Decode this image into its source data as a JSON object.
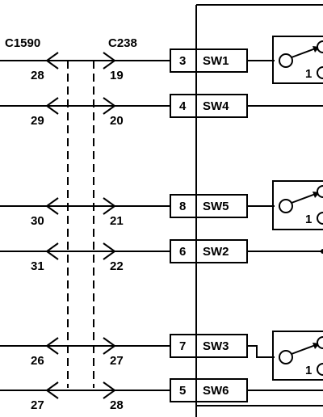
{
  "connectors": {
    "left": "C1590",
    "right": "C238"
  },
  "rows": [
    {
      "left_pin": "28",
      "right_pin": "19",
      "pin": "3",
      "switch": "SW1"
    },
    {
      "left_pin": "29",
      "right_pin": "20",
      "pin": "4",
      "switch": "SW4"
    },
    {
      "left_pin": "30",
      "right_pin": "21",
      "pin": "8",
      "switch": "SW5"
    },
    {
      "left_pin": "31",
      "right_pin": "22",
      "pin": "6",
      "switch": "SW2"
    },
    {
      "left_pin": "26",
      "right_pin": "27",
      "pin": "7",
      "switch": "SW3"
    },
    {
      "left_pin": "27",
      "right_pin": "28",
      "pin": "5",
      "switch": "SW6"
    }
  ],
  "switch_contact_labels": [
    "1",
    "1",
    "1"
  ]
}
